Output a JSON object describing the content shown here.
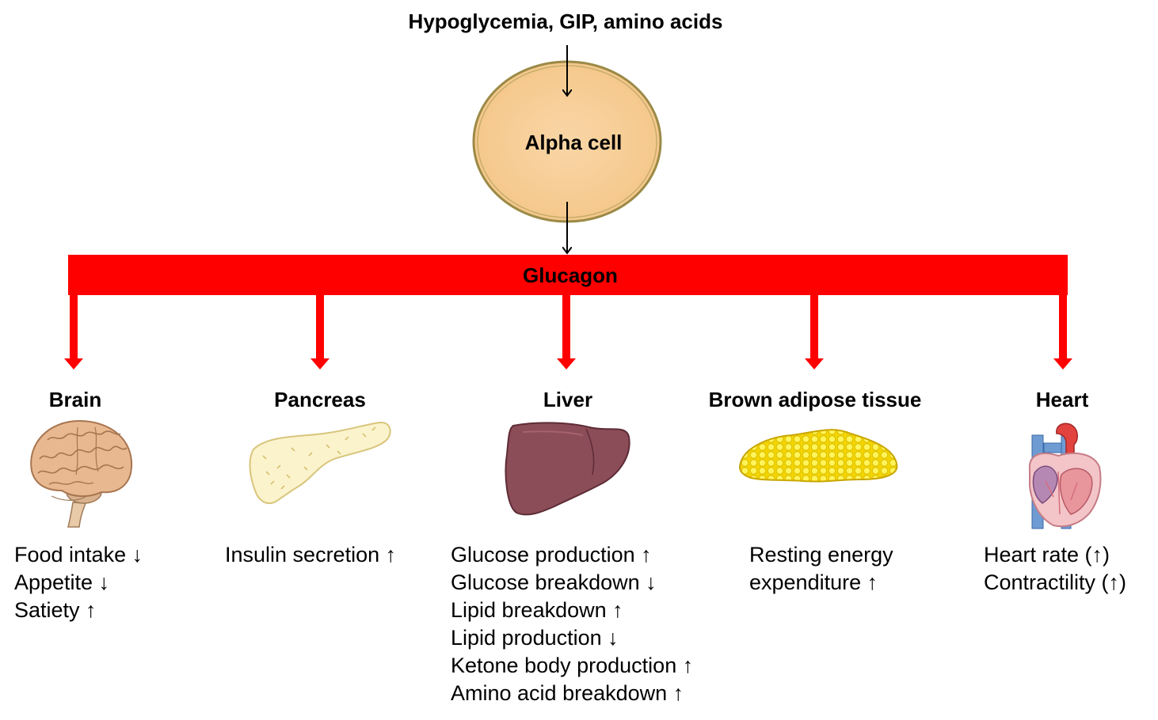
{
  "stimulus": "Hypoglycemia, GIP, amino acids",
  "cell": "Alpha cell",
  "hormone": "Glucagon",
  "colors": {
    "hormone_bar": "#ff0000",
    "cell_fill": "#f7cd96",
    "cell_outline": "#9b8a47",
    "text": "#000000"
  },
  "targets": [
    {
      "name": "Brain",
      "icon": "brain-icon",
      "effects": [
        "Food intake ↓",
        "Appetite ↓",
        "Satiety ↑"
      ]
    },
    {
      "name": "Pancreas",
      "icon": "pancreas-icon",
      "effects": [
        "Insulin secretion ↑"
      ]
    },
    {
      "name": "Liver",
      "icon": "liver-icon",
      "effects": [
        "Glucose production ↑",
        "Glucose breakdown ↓",
        "Lipid breakdown ↑",
        "Lipid production ↓",
        "Ketone body production ↑",
        "Amino acid breakdown ↑"
      ]
    },
    {
      "name": "Brown adipose tissue",
      "icon": "brown-adipose-tissue-icon",
      "effects": [
        "Resting energy",
        "expenditure ↑"
      ]
    },
    {
      "name": "Heart",
      "icon": "heart-icon",
      "effects": [
        "Heart rate (↑)",
        "Contractility (↑)"
      ]
    }
  ]
}
